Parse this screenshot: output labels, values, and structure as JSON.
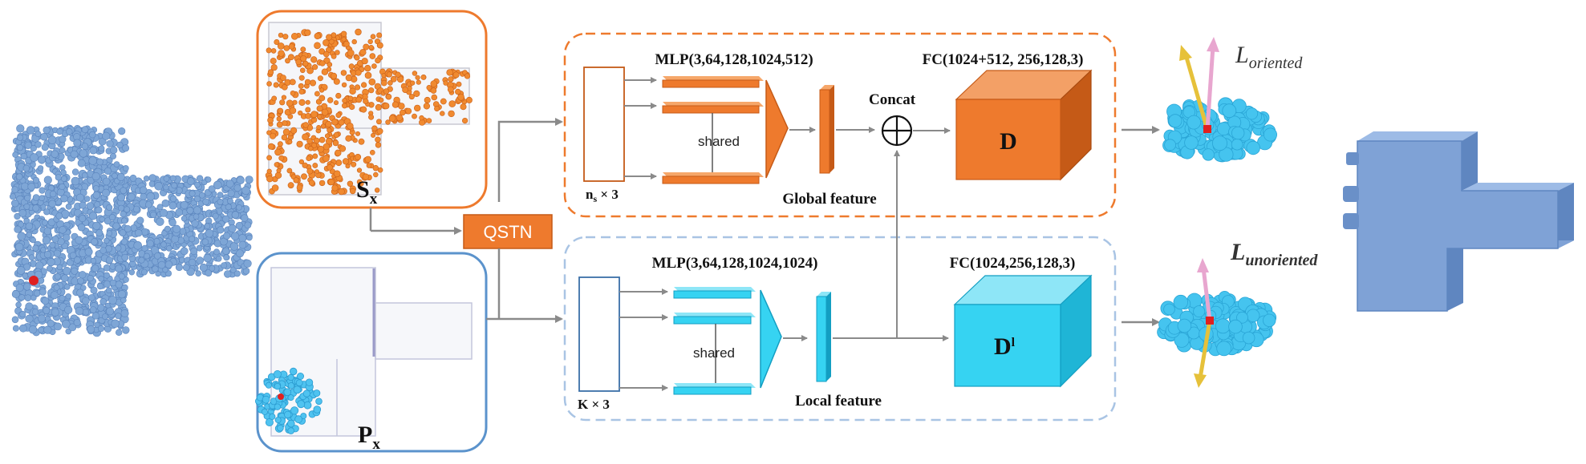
{
  "colors": {
    "orange": "#ee7a2d",
    "orange_dark": "#c55a17",
    "blue_frame": "#5b93cc",
    "cyan": "#36d3f2",
    "cyan_dark": "#139ec2",
    "point_blue": "#7ea6d6",
    "arrow_gray": "#8a8a8a"
  },
  "inputs": {
    "sx_label": "S",
    "sx_sub": "x",
    "px_label": "P",
    "px_sub": "x"
  },
  "qstn": {
    "label": "QSTN"
  },
  "global_branch": {
    "mlp_label": "MLP(3,64,128,1024,512)",
    "shared_label": "shared",
    "input_label_main": "n",
    "input_label_sub": "s",
    "input_label_rest": " × 3",
    "feature_label": "Global feature",
    "concat_label": "Concat",
    "concat_symbol": "⊕",
    "fc_label": "FC(1024+512, 256,128,3)",
    "decoder_label": "D"
  },
  "local_branch": {
    "mlp_label": "MLP(3,64,128,1024,1024)",
    "shared_label": "shared",
    "input_label": "K × 3",
    "feature_label": "Local feature",
    "fc_label": "FC(1024,256,128,3)",
    "decoder_label": "D",
    "decoder_sup": "l"
  },
  "losses": {
    "oriented_main": "L",
    "oriented_sub": "oriented",
    "unoriented_main": "L",
    "unoriented_sub": "unoriented"
  }
}
